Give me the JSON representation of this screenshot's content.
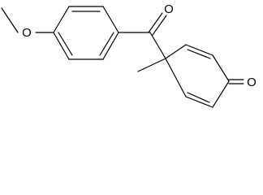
{
  "structure": {
    "atoms": {
      "methoxy_oxygen": "O",
      "carbonyl_oxygen": "O",
      "dienone_oxygen": "O"
    }
  },
  "colors": {
    "background": "#ffffff",
    "ink": "#000000"
  }
}
